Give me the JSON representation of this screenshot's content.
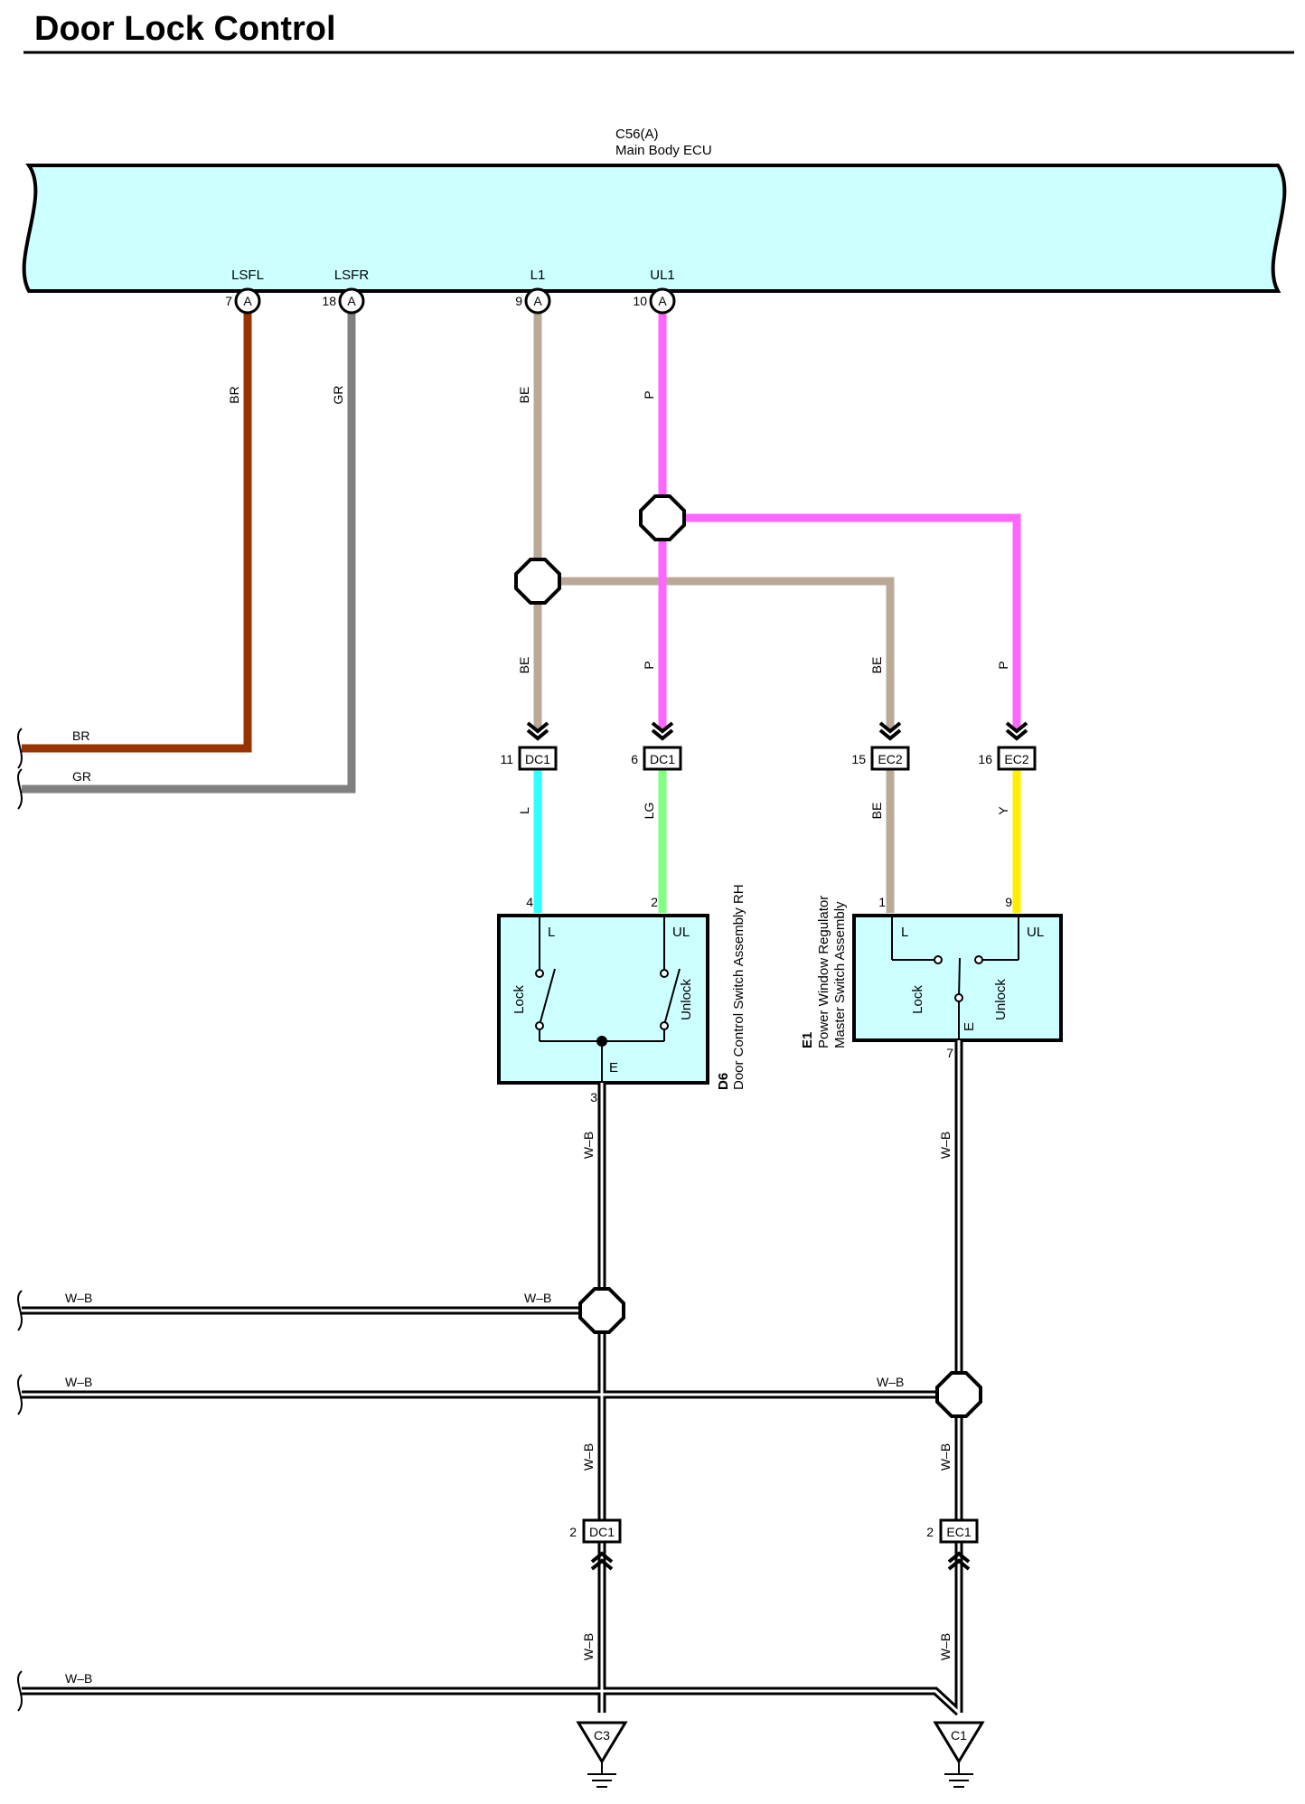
{
  "title": "Door Lock Control",
  "ecu": {
    "code": "C56(A)",
    "name": "Main Body ECU",
    "color": "#ccffff",
    "terminals": [
      {
        "name": "LSFL",
        "pin": "7",
        "marker": "A"
      },
      {
        "name": "LSFR",
        "pin": "18",
        "marker": "A"
      },
      {
        "name": "L1",
        "pin": "9",
        "marker": "A"
      },
      {
        "name": "UL1",
        "pin": "10",
        "marker": "A"
      }
    ]
  },
  "wires": {
    "br": {
      "code": "BR",
      "color": "#993300"
    },
    "gr": {
      "code": "GR",
      "color": "#808080"
    },
    "be": {
      "code": "BE",
      "color": "#bba998"
    },
    "p": {
      "code": "P",
      "color": "#ff66ff"
    },
    "l": {
      "code": "L",
      "color": "#33ffff"
    },
    "lg": {
      "code": "LG",
      "color": "#80ff80"
    },
    "y": {
      "code": "Y",
      "color": "#ffee00"
    },
    "wb": {
      "code": "W–B",
      "color": "#000000"
    }
  },
  "connectors": {
    "dc1_11": {
      "pin": "11",
      "code": "DC1"
    },
    "dc1_6": {
      "pin": "6",
      "code": "DC1"
    },
    "ec2_15": {
      "pin": "15",
      "code": "EC2"
    },
    "ec2_16": {
      "pin": "16",
      "code": "EC2"
    },
    "dc1_2": {
      "pin": "2",
      "code": "DC1"
    },
    "ec1_2": {
      "pin": "2",
      "code": "EC1"
    }
  },
  "d6": {
    "code": "D6",
    "name": "Door Control Switch Assembly RH",
    "pins": {
      "l": "4",
      "ul": "2",
      "e": "3"
    },
    "terminals": {
      "l": "L",
      "ul": "UL",
      "e": "E"
    },
    "switches": {
      "lock": "Lock",
      "unlock": "Unlock"
    }
  },
  "e1": {
    "code": "E1",
    "name_line1": "Power Window Regulator",
    "name_line2": "Master Switch Assembly",
    "pins": {
      "l": "1",
      "ul": "9",
      "e": "7"
    },
    "terminals": {
      "l": "L",
      "ul": "UL",
      "e": "E"
    },
    "switches": {
      "lock": "Lock",
      "unlock": "Unlock"
    }
  },
  "grounds": {
    "c3": "C3",
    "c1": "C1"
  }
}
